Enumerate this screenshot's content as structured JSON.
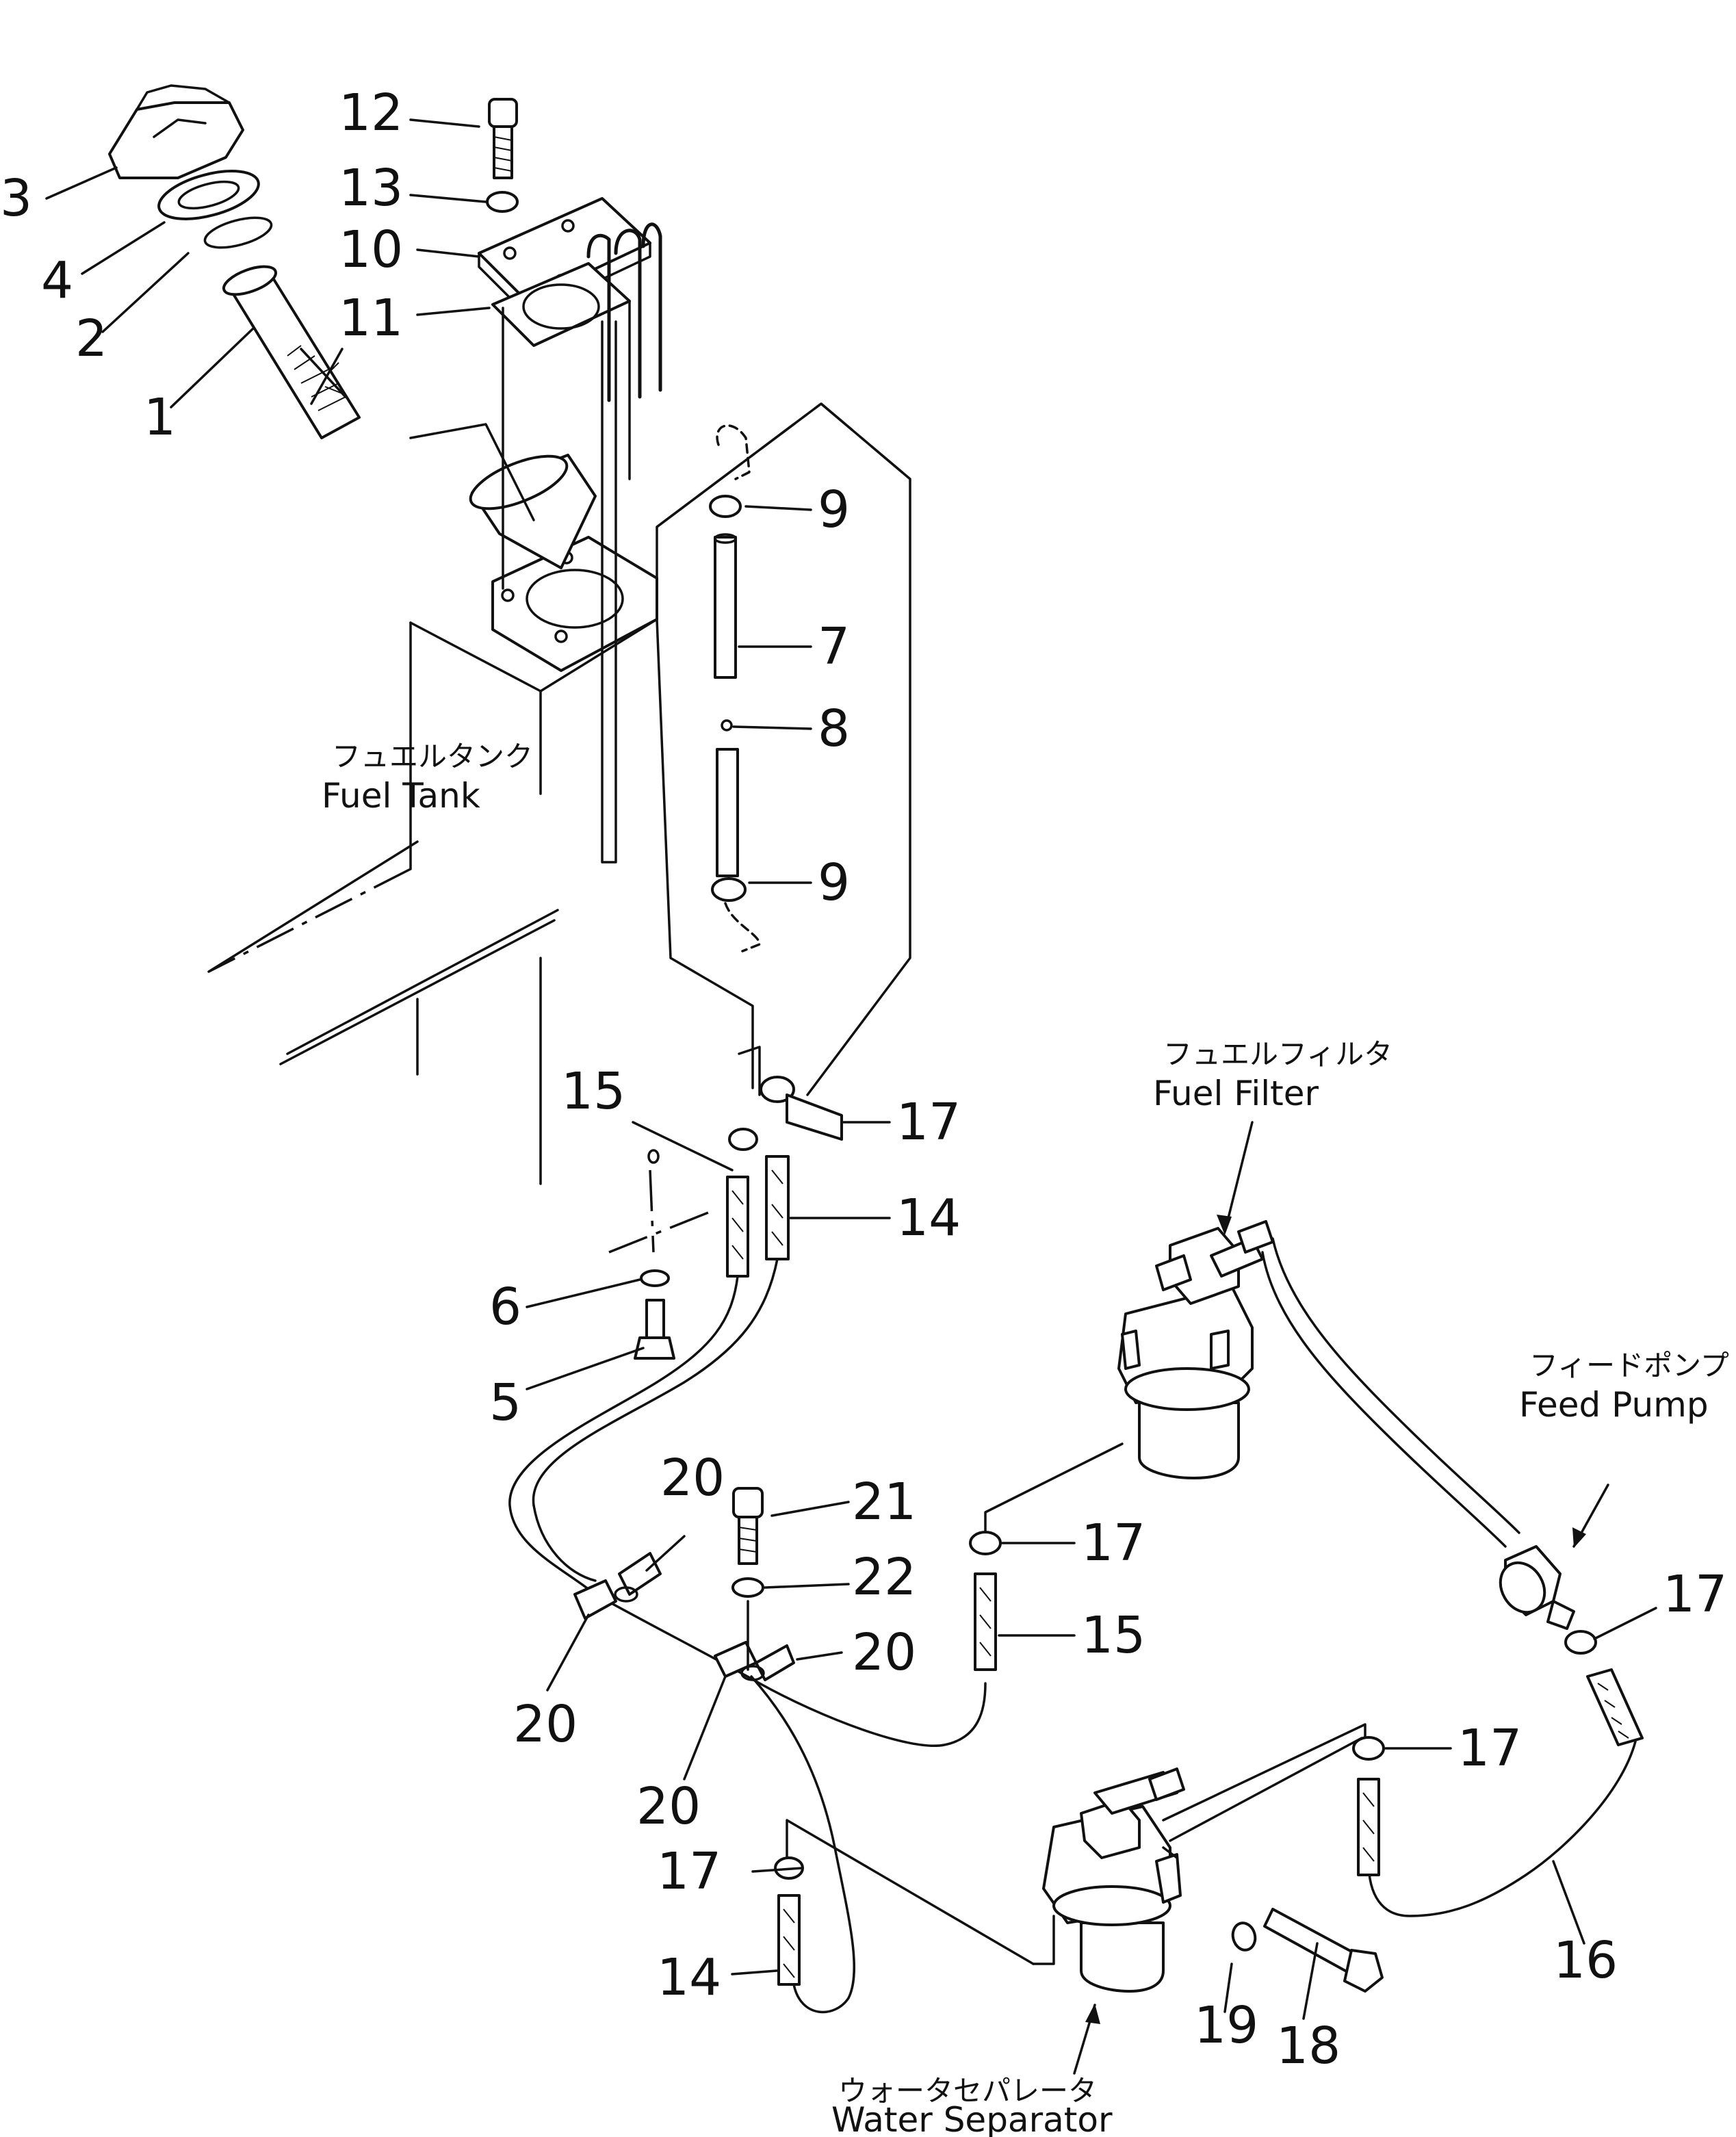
{
  "callouts": {
    "c1": "1",
    "c2": "2",
    "c3": "3",
    "c4": "4",
    "c5": "5",
    "c6": "6",
    "c7": "7",
    "c8": "8",
    "c9a": "9",
    "c9b": "9",
    "c10": "10",
    "c11": "11",
    "c12": "12",
    "c13": "13",
    "c14a": "14",
    "c14b": "14",
    "c15a": "15",
    "c15b": "15",
    "c16": "16",
    "c17a": "17",
    "c17b": "17",
    "c17c": "17",
    "c17d": "17",
    "c17e": "17",
    "c18": "18",
    "c19": "19",
    "c20a": "20",
    "c20b": "20",
    "c20c": "20",
    "c20d": "20",
    "c21": "21",
    "c22": "22"
  },
  "labels": {
    "fuel_tank_jp": "フュエルタンク",
    "fuel_tank_en": "Fuel  Tank",
    "fuel_filter_jp": "フュエルフィルタ",
    "fuel_filter_en": "Fuel  Filter",
    "feed_pump_jp": "フィードポンプ",
    "feed_pump_en": "Feed  Pump",
    "water_separator_jp": "ウォータセパレータ",
    "water_separator_en": "Water  Separator"
  }
}
